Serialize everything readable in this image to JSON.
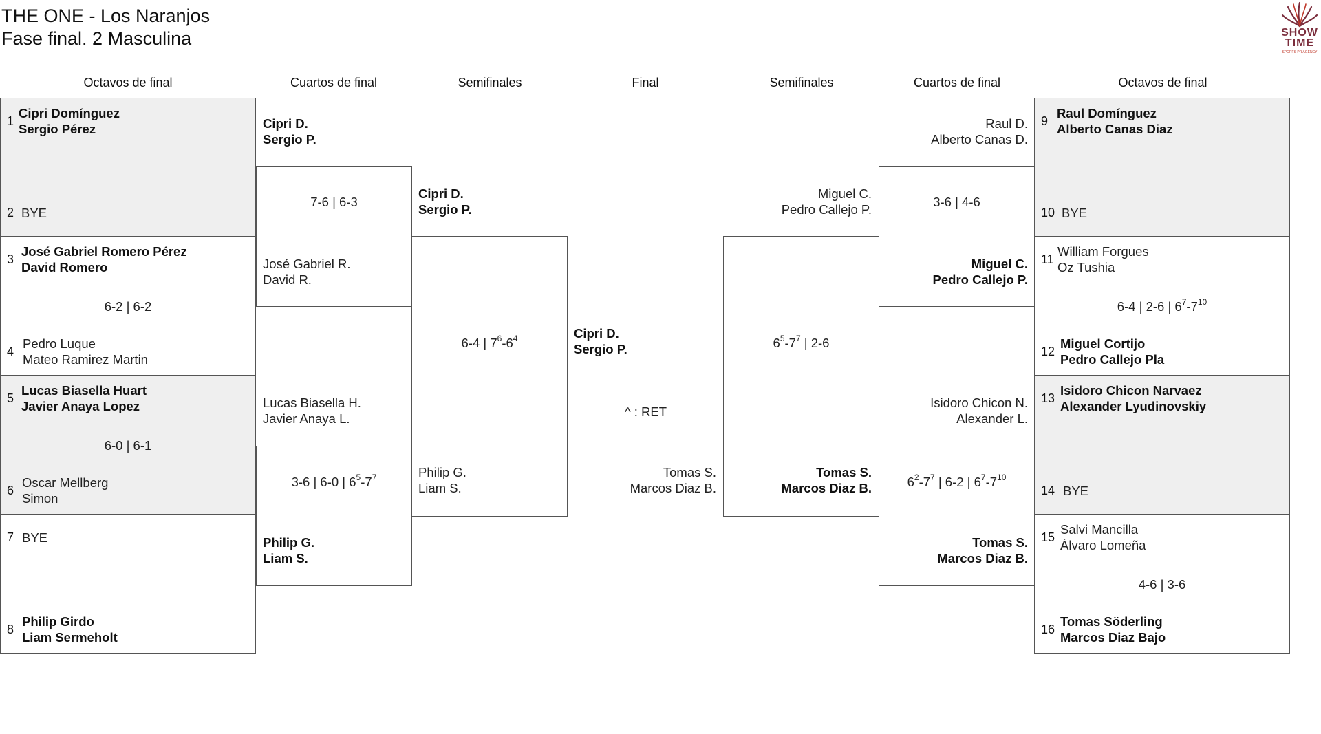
{
  "title": {
    "line1": "THE ONE - Los Naranjos",
    "line2": "Fase final. 2 Masculina"
  },
  "logo": {
    "line1": "SHOW",
    "line2": "TIME",
    "tagline": "SPORTS PR AGENCY",
    "icon": "fireworks-icon",
    "colors": {
      "burgundy": "#7b2d3c",
      "red": "#c0392b"
    }
  },
  "headers": {
    "left_r16": "Octavos de final",
    "left_qf": "Cuartos de final",
    "left_sf": "Semifinales",
    "final": "Final",
    "right_sf": "Semifinales",
    "right_qf": "Cuartos de final",
    "right_r16": "Octavos de final"
  },
  "colors": {
    "bye_box_bg": "#efefef",
    "border": "#555555"
  },
  "left_r16": {
    "m1": {
      "seed_a": "1",
      "a1": "Cipri Domínguez",
      "a2": "Sergio Pérez",
      "seed_b": "2",
      "b1": "BYE"
    },
    "m2": {
      "seed_a": "3",
      "a1": "José Gabriel Romero Pérez",
      "a2": "David Romero",
      "score": "6-2 | 6-2",
      "seed_b": "4",
      "b1": "Pedro Luque",
      "b2": "Mateo Ramirez Martin"
    },
    "m3": {
      "seed_a": "5",
      "a1": "Lucas Biasella Huart",
      "a2": "Javier Anaya Lopez",
      "score": "6-0 | 6-1",
      "seed_b": "6",
      "b1": "Oscar Mellberg",
      "b2": "Simon"
    },
    "m4": {
      "seed_a": "7",
      "a1": "BYE",
      "seed_b": "8",
      "b1": "Philip Girdo",
      "b2": "Liam Sermeholt"
    }
  },
  "left_qf": {
    "m1": {
      "a1": "Cipri D.",
      "a2": "Sergio P.",
      "score": "7-6 | 6-3",
      "b1": "José Gabriel R.",
      "b2": "David R."
    },
    "m2": {
      "a1": "Lucas Biasella H.",
      "a2": "Javier Anaya L.",
      "b1": "Philip G.",
      "b2": "Liam S."
    }
  },
  "left_sf": {
    "a1": "Cipri D.",
    "a2": "Sergio P.",
    "b1": "Philip G.",
    "b2": "Liam S."
  },
  "final": {
    "a1": "Cipri D.",
    "a2": "Sergio P.",
    "note": "^ : RET",
    "b1": "Tomas S.",
    "b2": "Marcos Diaz B."
  },
  "right_sf": {
    "a1": "Miguel C.",
    "a2": "Pedro Callejo P.",
    "b1": "Tomas S.",
    "b2": "Marcos Diaz B."
  },
  "right_qf": {
    "m1": {
      "a1": "Raul D.",
      "a2": "Alberto Canas D.",
      "score": "3-6 | 4-6",
      "b1": "Miguel C.",
      "b2": "Pedro Callejo P."
    },
    "m2": {
      "a1": "Isidoro Chicon N.",
      "a2": "Alexander L.",
      "b1": "Tomas S.",
      "b2": "Marcos Diaz B."
    }
  },
  "right_r16": {
    "m1": {
      "seed_a": "9",
      "a1": "Raul Domínguez",
      "a2": "Alberto Canas Diaz",
      "seed_b": "10",
      "b1": "BYE"
    },
    "m2": {
      "seed_a": "11",
      "a1": "William Forgues",
      "a2": "Oz Tushia",
      "seed_b": "12",
      "b1": "Miguel Cortijo",
      "b2": "Pedro Callejo Pla"
    },
    "m3": {
      "seed_a": "13",
      "a1": "Isidoro Chicon Narvaez",
      "a2": "Alexander Lyudinovskiy",
      "seed_b": "14",
      "b1": "BYE"
    },
    "m4": {
      "seed_a": "15",
      "a1": "Salvi Mancilla",
      "a2": "Álvaro Lomeña",
      "score": "4-6 | 3-6",
      "seed_b": "16",
      "b1": "Tomas Söderling",
      "b2": "Marcos Diaz Bajo"
    }
  },
  "scores_with_tiebreaks": {
    "left_sf": "6-4 | 76-64",
    "left_qf2": "3-6 | 6-0 | 65-77",
    "right_sf": "65-77 | 2-6",
    "right_r16_m2": "6-4 | 2-6 | 67-710",
    "right_qf2": "62-77 | 6-2 | 67-710"
  }
}
